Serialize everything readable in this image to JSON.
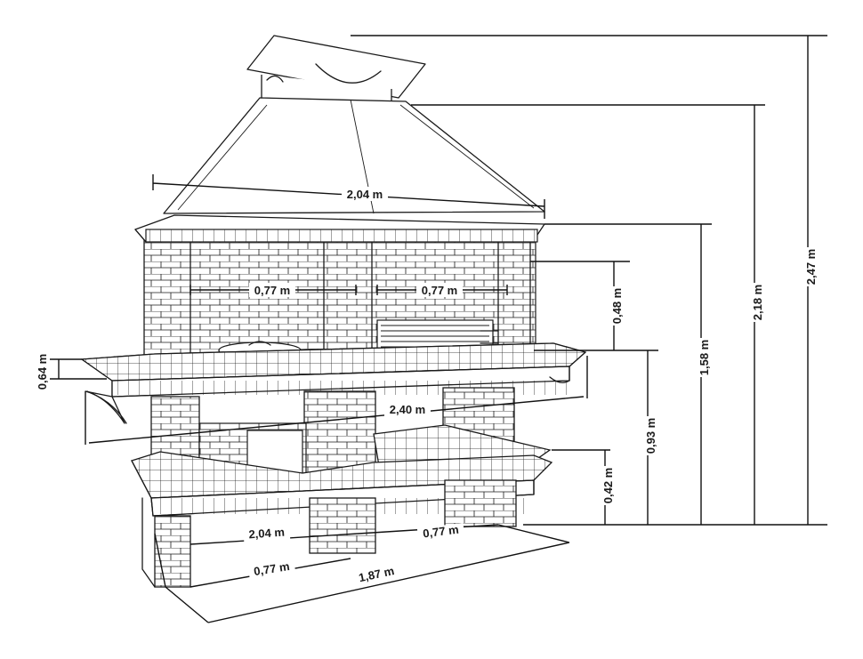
{
  "colors": {
    "line": "#1a1a1a",
    "background": "#ffffff"
  },
  "dimensions": {
    "hood_width": "2,04 m",
    "cooking_left_width": "0,77 m",
    "cooking_right_width": "0,77 m",
    "cooking_height": "0,48 m",
    "counter_thickness": "0,64 m",
    "counter_length": "2,40 m",
    "counter_height": "0,93 m",
    "shelf_height": "0,42 m",
    "top_height": "1,58 m",
    "hood_height": "2,18 m",
    "total_height": "2,47 m",
    "base_front_width": "2,04 m",
    "base_right_width": "0,77 m",
    "base_left_width": "0,77 m",
    "base_total_width": "1,87 m"
  }
}
